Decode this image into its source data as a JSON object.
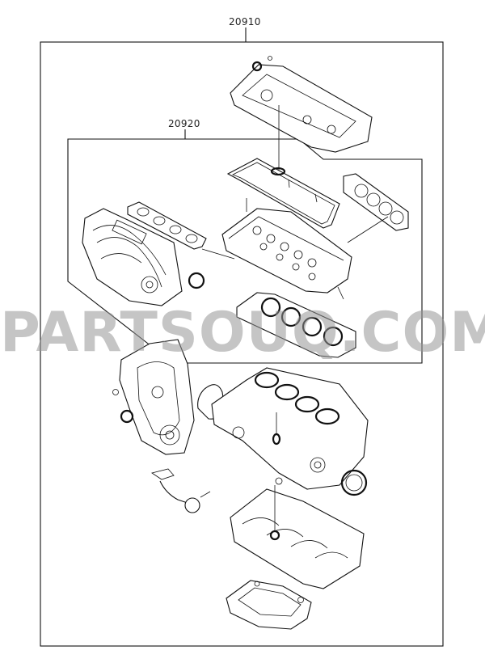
{
  "labels": {
    "outer_kit": "20910",
    "inner_kit": "20920"
  },
  "watermark": "PARTSOUQ.COM",
  "icons": [
    "valve-cover",
    "valve-cover-gasket",
    "exhaust-manifold-gasket",
    "intake-manifold",
    "intake-manifold-gasket",
    "cylinder-head",
    "head-gasket",
    "timing-cover",
    "cylinder-block",
    "crankshaft-seal",
    "oil-pump",
    "lower-crankcase",
    "oil-pan"
  ]
}
